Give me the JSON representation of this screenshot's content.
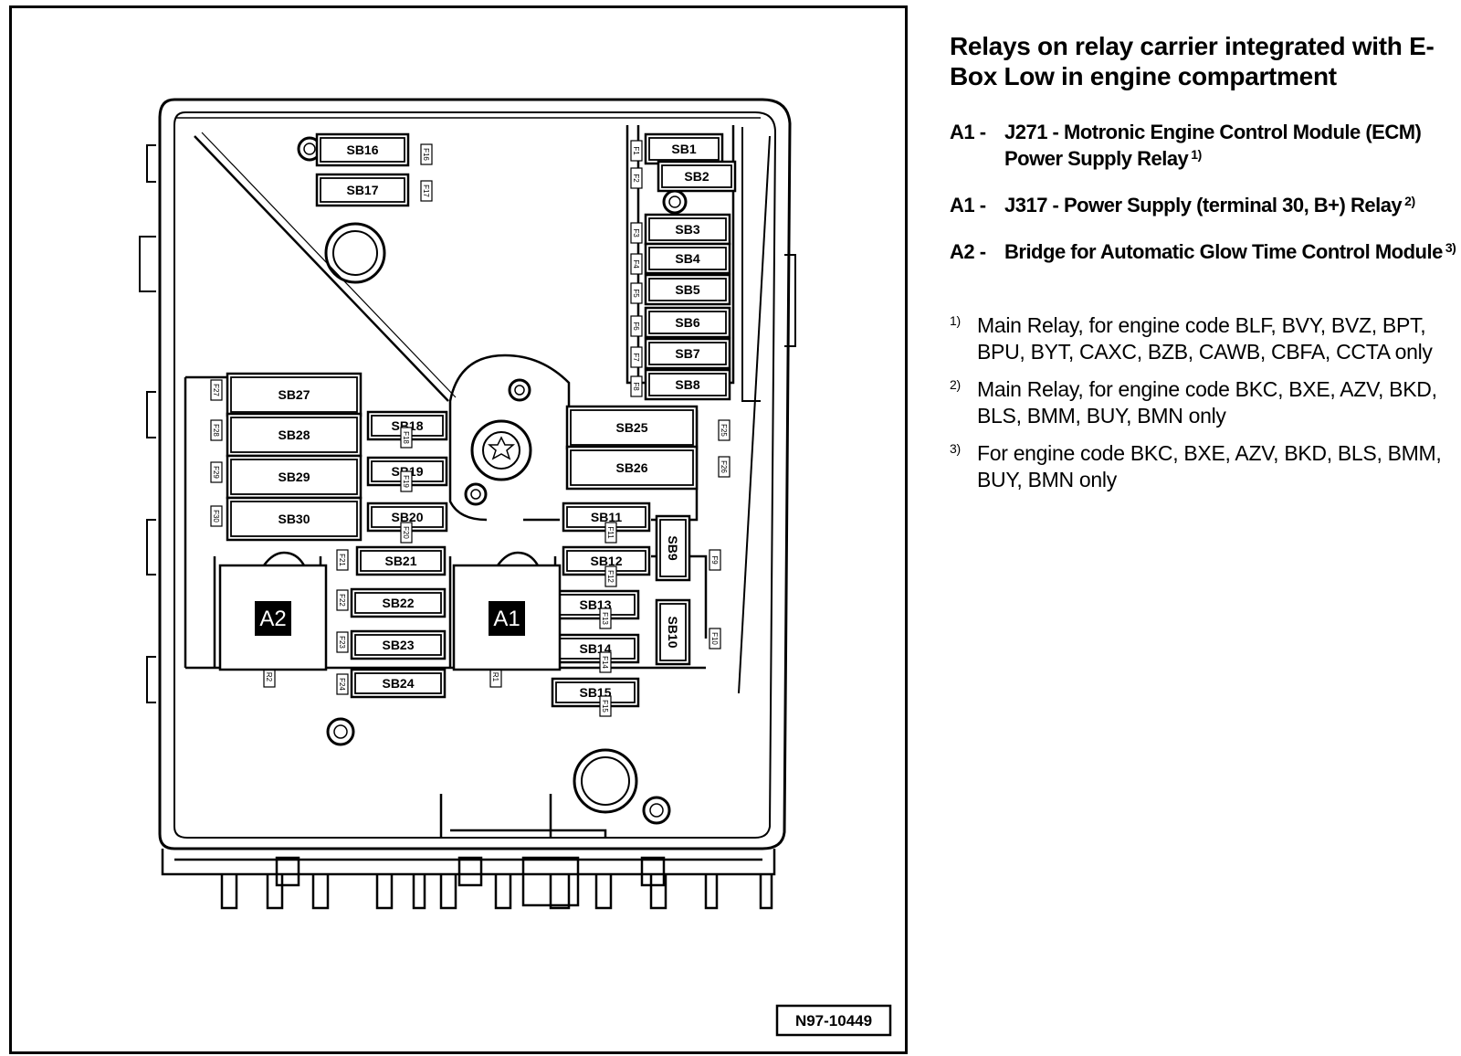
{
  "figure_ref": "N97-10449",
  "fuse_slots": [
    "SB16",
    "SB17",
    "SB1",
    "SB2",
    "SB3",
    "SB4",
    "SB5",
    "SB6",
    "SB7",
    "SB8",
    "SB27",
    "SB28",
    "SB29",
    "SB30",
    "SB18",
    "SB19",
    "SB20",
    "SB25",
    "SB26",
    "SB11",
    "SB12",
    "SB13",
    "SB14",
    "SB15",
    "SB21",
    "SB22",
    "SB23",
    "SB24",
    "SB9",
    "SB10"
  ],
  "fuse_numbers": [
    "F16",
    "F17",
    "F1",
    "F2",
    "F3",
    "F4",
    "F5",
    "F6",
    "F7",
    "F8",
    "F27",
    "F28",
    "F29",
    "F30",
    "F18",
    "F19",
    "F20",
    "F25",
    "F26",
    "F11",
    "F12",
    "F13",
    "F14",
    "F15",
    "F21",
    "F22",
    "F23",
    "F24",
    "F9",
    "F10",
    "R1",
    "R2"
  ],
  "relays": [
    "A2",
    "A1"
  ],
  "legend": {
    "title": "Relays on relay carrier integrated with E-Box Low in engine compartment",
    "items": [
      {
        "code": "A1 -",
        "text": "J271 - Motronic Engine Control Module (ECM) Power Supply Relay",
        "note": "1)"
      },
      {
        "code": "A1 -",
        "text": "J317 - Power Supply (terminal 30, B+) Relay",
        "note": "2)"
      },
      {
        "code": "A2 -",
        "text": "Bridge for Automatic Glow Time Control Module",
        "note": "3)"
      }
    ]
  },
  "notes": [
    {
      "mark": "1)",
      "text": "Main Relay, for engine code BLF, BVY, BVZ, BPT, BPU, BYT, CAXC, BZB, CAWB, CBFA, CCTA only"
    },
    {
      "mark": "2)",
      "text": "Main Relay, for engine code BKC, BXE, AZV, BKD, BLS, BMM, BUY, BMN only"
    },
    {
      "mark": "3)",
      "text": "For engine code BKC, BXE, AZV, BKD, BLS, BMM, BUY, BMN only"
    }
  ]
}
